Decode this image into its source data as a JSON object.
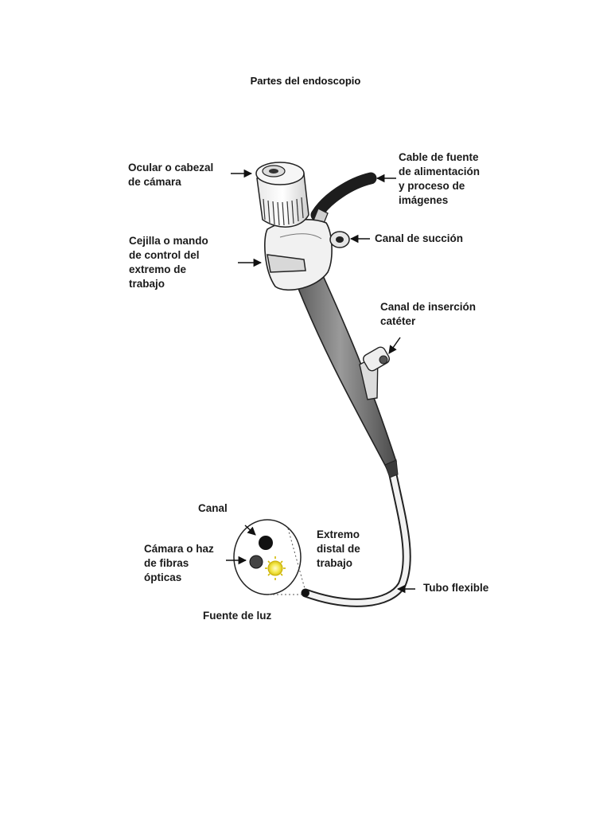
{
  "title": "Partes del endoscopio",
  "labels": {
    "ocular": [
      "Ocular o cabezal",
      "de cámara"
    ],
    "cable": [
      "Cable de fuente",
      "de alimentación",
      "y proceso de",
      "imágenes"
    ],
    "cejilla": [
      "Cejilla o mando",
      "de control del",
      "extremo de",
      "trabajo"
    ],
    "succion": [
      "Canal de succión"
    ],
    "insercion": [
      "Canal de inserción",
      "catéter"
    ],
    "canal": [
      "Canal"
    ],
    "camara": [
      "Cámara o haz",
      "de fibras",
      "ópticas"
    ],
    "extremo": [
      "Extremo",
      "distal de",
      "trabajo"
    ],
    "tubo": [
      "Tubo flexible"
    ],
    "luz": [
      "Fuente de luz"
    ]
  }
}
